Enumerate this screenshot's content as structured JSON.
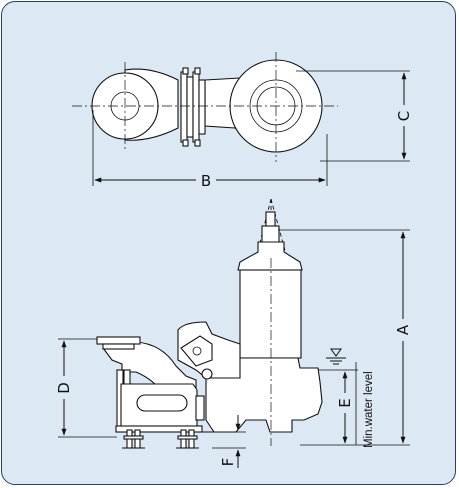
{
  "diagram": {
    "dimension_labels": {
      "a": "A",
      "b": "B",
      "c": "C",
      "d": "D",
      "e": "E",
      "f": "F"
    },
    "water_level_label": "Min.water level",
    "colors": {
      "background": "#dce8f4",
      "border": "#2a3f66",
      "part_fill": "#ffffff",
      "line": "#111111"
    }
  }
}
